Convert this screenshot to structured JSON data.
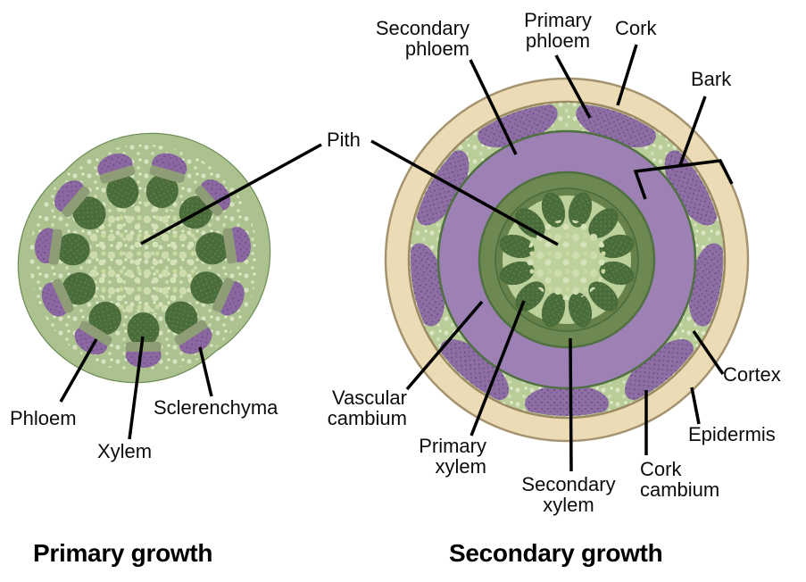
{
  "figure": {
    "shared_labels": {
      "pith": "Pith"
    },
    "left_diagram": {
      "title": "Primary growth",
      "labels": {
        "phloem": "Phloem",
        "xylem": "Xylem",
        "sclerenchyma": "Sclerenchyma"
      }
    },
    "right_diagram": {
      "title": "Secondary growth",
      "labels": {
        "secondary_phloem": "Secondary phloem",
        "primary_phloem": "Primary phloem",
        "cork": "Cork",
        "bark": "Bark",
        "cortex": "Cortex",
        "epidermis": "Epidermis",
        "cork_cambium": "Cork cambium",
        "secondary_xylem": "Secondary xylem",
        "primary_xylem": "Primary xylem",
        "vascular_cambium": "Vascular cambium"
      }
    },
    "colors": {
      "stem_ground": "#abc28e",
      "stem_outline": "#6e8d58",
      "pith_light": "#bdd29b",
      "xylem_dark": "#4a6c3b",
      "cambium_band": "#8e9d76",
      "phloem_purple": "#8b68a2",
      "clump_purple": "#8e6fa5",
      "secondary_phloem_purple": "#9d80b4",
      "secondary_xylem_olive": "#6e8852",
      "inner_disc_olive": "#66814a",
      "ring_line_green": "#4f7040",
      "cork_tan": "#ecdcb6",
      "cork_outline": "#a5936f",
      "cork_cambium_line": "#9c8a62",
      "cortex_green": "#b9cd99",
      "pointer_black": "#000000"
    }
  }
}
